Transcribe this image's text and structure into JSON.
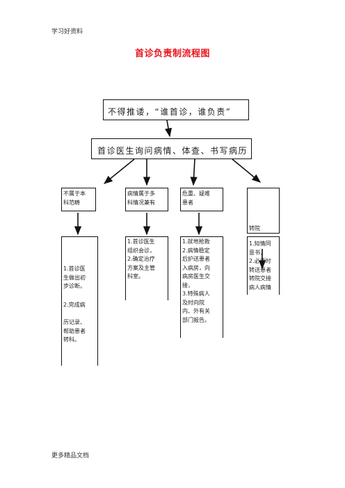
{
  "header": {
    "top_left": "学习好资料"
  },
  "footer": {
    "bottom_left": "更多精品文档"
  },
  "title": "首诊负责制流程图",
  "nodes": {
    "principle": "不得推诿，“谁首诊，谁负责”",
    "first_step": "首诊医生询问病情、体查、书写病历",
    "branch_1": "不属于本\n科范畴",
    "branch_2": "病情属于多\n科情况兼有",
    "branch_3": "危重、疑难\n患者",
    "branch_4": "转院",
    "detail_1_a": "1.首诊医\n生做出初\n步诊断。",
    "detail_1_b": "2.完成病\n\n历记录、\n帮助患者\n转科。",
    "detail_2": "1.首诊医生\n组织会诊，\n2.确定治疗\n方案及主管\n科室。",
    "detail_3": "1.就地抢救\n2.病情稳定\n后护送患者\n入病房，向\n病房医生交\n接，\n3.特殊病人\n及时向院\n内、外有关\n部门报告。",
    "detail_4": "1.知情同\n意书，\n2.必要时\n转送患者\n转院交接\n病人病情"
  },
  "colors": {
    "title": "#e8141e",
    "line": "#111111"
  }
}
